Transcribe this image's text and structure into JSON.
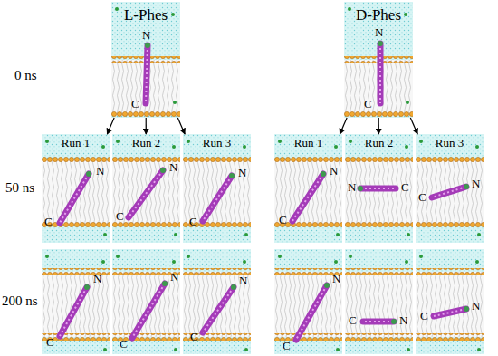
{
  "diagram": {
    "nodes": [
      {
        "text": [
          "L-Phes",
          "N",
          "C"
        ]
      },
      {
        "text": [
          "D-Phes",
          "N",
          "C"
        ]
      },
      {
        "text": [
          "Run 1",
          "N",
          "C"
        ]
      },
      {
        "text": [
          "Run 2",
          "N",
          "C"
        ]
      },
      {
        "text": [
          "Run 3",
          "N",
          "C"
        ]
      },
      {
        "text": [
          "Run 1",
          "N",
          "C"
        ]
      },
      {
        "text": [
          "Run 2",
          "N",
          "C"
        ]
      },
      {
        "text": [
          "Run 3",
          "N",
          "C"
        ]
      },
      {
        "text": [
          "N",
          "C"
        ]
      },
      {
        "text": [
          "N",
          "C"
        ]
      },
      {
        "text": [
          "N",
          "C"
        ]
      },
      {
        "text": [
          "N",
          "C"
        ]
      },
      {
        "text": [
          "N",
          "C"
        ]
      },
      {
        "text": [
          "N",
          "C"
        ]
      }
    ],
    "edges": [
      {
        "from": 0,
        "to": 2,
        "arrow": "to"
      },
      {
        "from": 0,
        "to": 3,
        "arrow": "to"
      },
      {
        "from": 0,
        "to": 4,
        "arrow": "to"
      },
      {
        "from": 1,
        "to": 5,
        "arrow": "to"
      },
      {
        "from": 1,
        "to": 6,
        "arrow": "to"
      },
      {
        "from": 1,
        "to": 7,
        "arrow": "to"
      }
    ],
    "labels": [
      "0 ns",
      "50 ns",
      "200 ns"
    ]
  }
}
